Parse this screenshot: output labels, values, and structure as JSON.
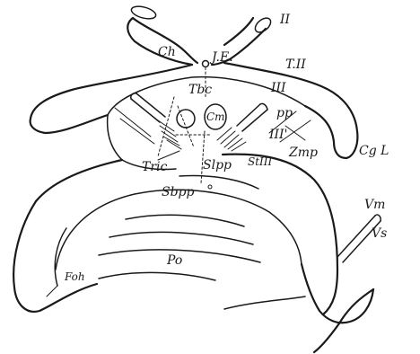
{
  "labels": {
    "II": "II",
    "Ch": "Ch",
    "JE": "J.E.",
    "TII": "T.II",
    "Tbc": "Tbc",
    "III": "III",
    "Cm": "Cm",
    "pp": "pp",
    "III_prime": "III'",
    "Zmp": "Zmp",
    "CgL": "Cg L",
    "Tric": "Tric",
    "Slpp": "Slpp",
    "StIII": "StIII",
    "Sbpp": "Sbpp",
    "Vm": "Vm",
    "Vs": "Vs",
    "Po": "Po",
    "Foh": "Foh"
  },
  "colors": {
    "ink": "#1a1a1a",
    "paper": "#ffffff"
  }
}
